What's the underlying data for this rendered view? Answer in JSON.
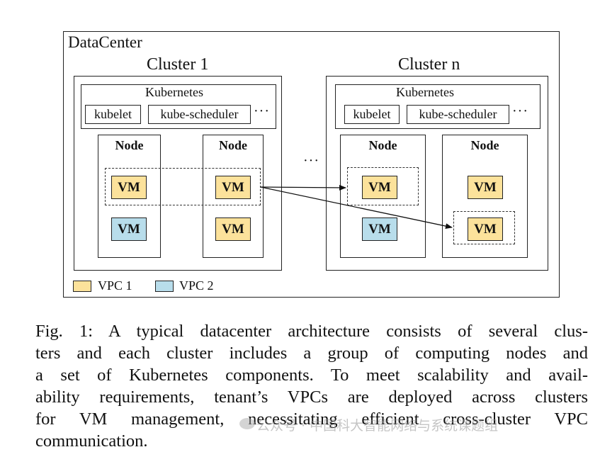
{
  "diagram": {
    "datacenter_label": "DataCenter",
    "clusters": [
      {
        "title": "Cluster 1",
        "kubernetes_label": "Kubernetes",
        "components": [
          "kubelet",
          "kube-scheduler"
        ],
        "components_more": "···",
        "nodes": [
          {
            "title": "Node",
            "vms": [
              {
                "label": "VM",
                "vpc": "VPC 1"
              },
              {
                "label": "VM",
                "vpc": "VPC 2"
              }
            ]
          },
          {
            "title": "Node",
            "vms": [
              {
                "label": "VM",
                "vpc": "VPC 1"
              },
              {
                "label": "VM",
                "vpc": "VPC 1"
              }
            ]
          }
        ]
      },
      {
        "title": "Cluster n",
        "kubernetes_label": "Kubernetes",
        "components": [
          "kubelet",
          "kube-scheduler"
        ],
        "components_more": "···",
        "nodes": [
          {
            "title": "Node",
            "vms": [
              {
                "label": "VM",
                "vpc": "VPC 1"
              },
              {
                "label": "VM",
                "vpc": "VPC 2"
              }
            ]
          },
          {
            "title": "Node",
            "vms": [
              {
                "label": "VM",
                "vpc": "VPC 1"
              },
              {
                "label": "VM",
                "vpc": "VPC 1"
              }
            ]
          }
        ]
      }
    ],
    "clusters_ellipsis": "···",
    "legend": [
      {
        "label": "VPC 1",
        "color": "#FCE29B"
      },
      {
        "label": "VPC 2",
        "color": "#B8DDEB"
      }
    ],
    "colors": {
      "vpc1": "#FCE29B",
      "vpc2": "#B8DDEB",
      "line": "#222222"
    }
  },
  "caption": {
    "lines": [
      "Fig. 1: A typical datacenter architecture consists of several clus-",
      "ters and each cluster includes a group of computing nodes and",
      "a set of Kubernetes components. To meet scalability and avail-",
      "ability requirements, tenant’s VPCs are deployed across clusters",
      "for VM management, necessitating efficient cross-cluster VPC",
      "communication."
    ]
  },
  "watermark": {
    "text": "公众号 · 中国科大智能网络与系统课题组"
  }
}
